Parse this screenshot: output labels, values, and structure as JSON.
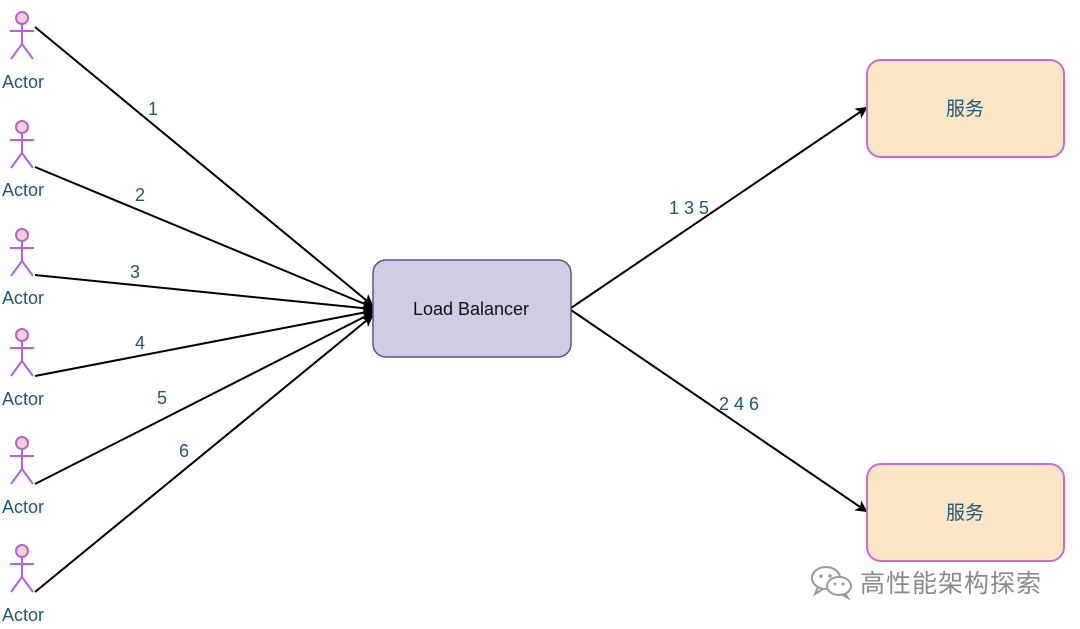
{
  "actors": [
    {
      "label": "Actor"
    },
    {
      "label": "Actor"
    },
    {
      "label": "Actor"
    },
    {
      "label": "Actor"
    },
    {
      "label": "Actor"
    },
    {
      "label": "Actor"
    }
  ],
  "incoming_edges": [
    {
      "label": "1"
    },
    {
      "label": "2"
    },
    {
      "label": "3"
    },
    {
      "label": "4"
    },
    {
      "label": "5"
    },
    {
      "label": "6"
    }
  ],
  "load_balancer": {
    "label": "Load Balancer"
  },
  "services": [
    {
      "label": "服务"
    },
    {
      "label": "服务"
    }
  ],
  "outgoing_edges": [
    {
      "label": "1 3 5"
    },
    {
      "label": "2 4 6"
    }
  ],
  "watermark": {
    "text": "高性能架构探索",
    "icon": "wechat-icon"
  },
  "colors": {
    "actor_stroke": "#b65fe0",
    "actor_head_fill": "#f3d1d6",
    "label_text": "#1c5877",
    "load_balancer_fill": "#d0cce3",
    "load_balancer_stroke": "#5e4f8c",
    "service_fill": "#fde5c8",
    "service_stroke": "#c86bd7"
  }
}
